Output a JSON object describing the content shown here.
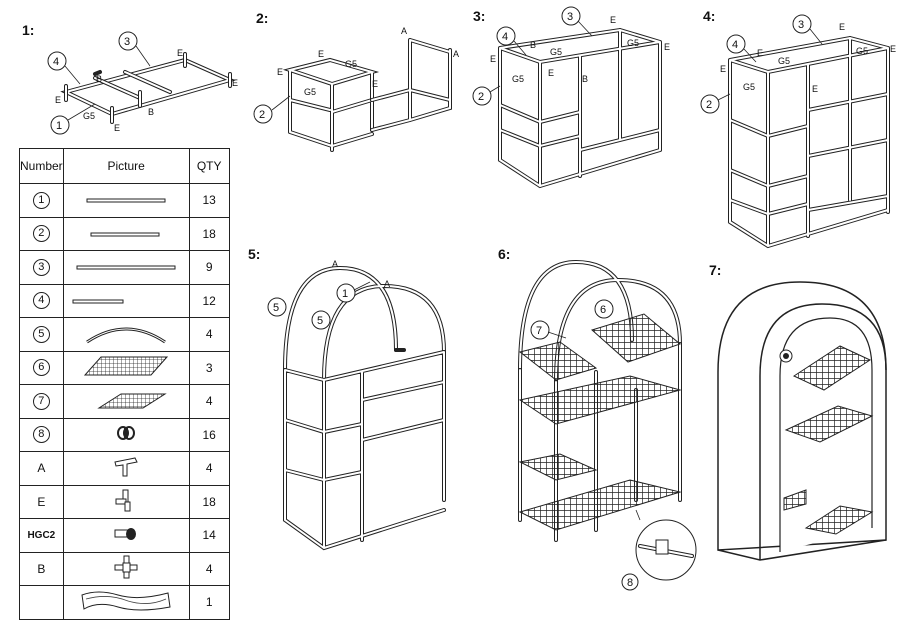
{
  "steps": [
    "1:",
    "2:",
    "3:",
    "4:",
    "5:",
    "6:",
    "7:"
  ],
  "table": {
    "headers": [
      "Number",
      "Picture",
      "QTY"
    ],
    "rows": [
      {
        "id": "1",
        "icon": "long-tube-icon",
        "qty": "13"
      },
      {
        "id": "2",
        "icon": "medium-tube-icon",
        "qty": "18"
      },
      {
        "id": "3",
        "icon": "longest-tube-icon",
        "qty": "9"
      },
      {
        "id": "4",
        "icon": "short-tube-icon",
        "qty": "12"
      },
      {
        "id": "5",
        "icon": "arc-tube-icon",
        "qty": "4"
      },
      {
        "id": "6",
        "icon": "large-wire-shelf-icon",
        "qty": "3"
      },
      {
        "id": "7",
        "icon": "small-wire-shelf-icon",
        "qty": "4"
      },
      {
        "id": "8",
        "icon": "clip-icon",
        "qty": "16"
      },
      {
        "id": "A",
        "icon": "t-connector-icon",
        "qty": "4"
      },
      {
        "id": "E",
        "icon": "corner-connector-icon",
        "qty": "18"
      },
      {
        "id": "HGC2",
        "icon": "end-cap-connector-icon",
        "qty": "14"
      },
      {
        "id": "B",
        "icon": "cross-connector-icon",
        "qty": "4"
      },
      {
        "id": "",
        "icon": "cover-icon",
        "qty": "1"
      }
    ]
  },
  "callouts": {
    "s1": [
      "3",
      "4",
      "1",
      "E",
      "B",
      "G5",
      "E",
      "B",
      "E",
      "E"
    ],
    "s2": [
      "E",
      "G5",
      "G5",
      "E",
      "2",
      "A",
      "A",
      "E"
    ],
    "s3": [
      "3",
      "4",
      "2",
      "E",
      "B",
      "G5",
      "G5",
      "E",
      "G5",
      "E",
      "B",
      "E"
    ],
    "s4": [
      "3",
      "4",
      "2",
      "E",
      "E",
      "G5",
      "G5",
      "E",
      "G5",
      "E",
      "E"
    ],
    "s5": [
      "A",
      "1",
      "5",
      "5",
      "A"
    ],
    "s6": [
      "6",
      "7",
      "8"
    ]
  }
}
